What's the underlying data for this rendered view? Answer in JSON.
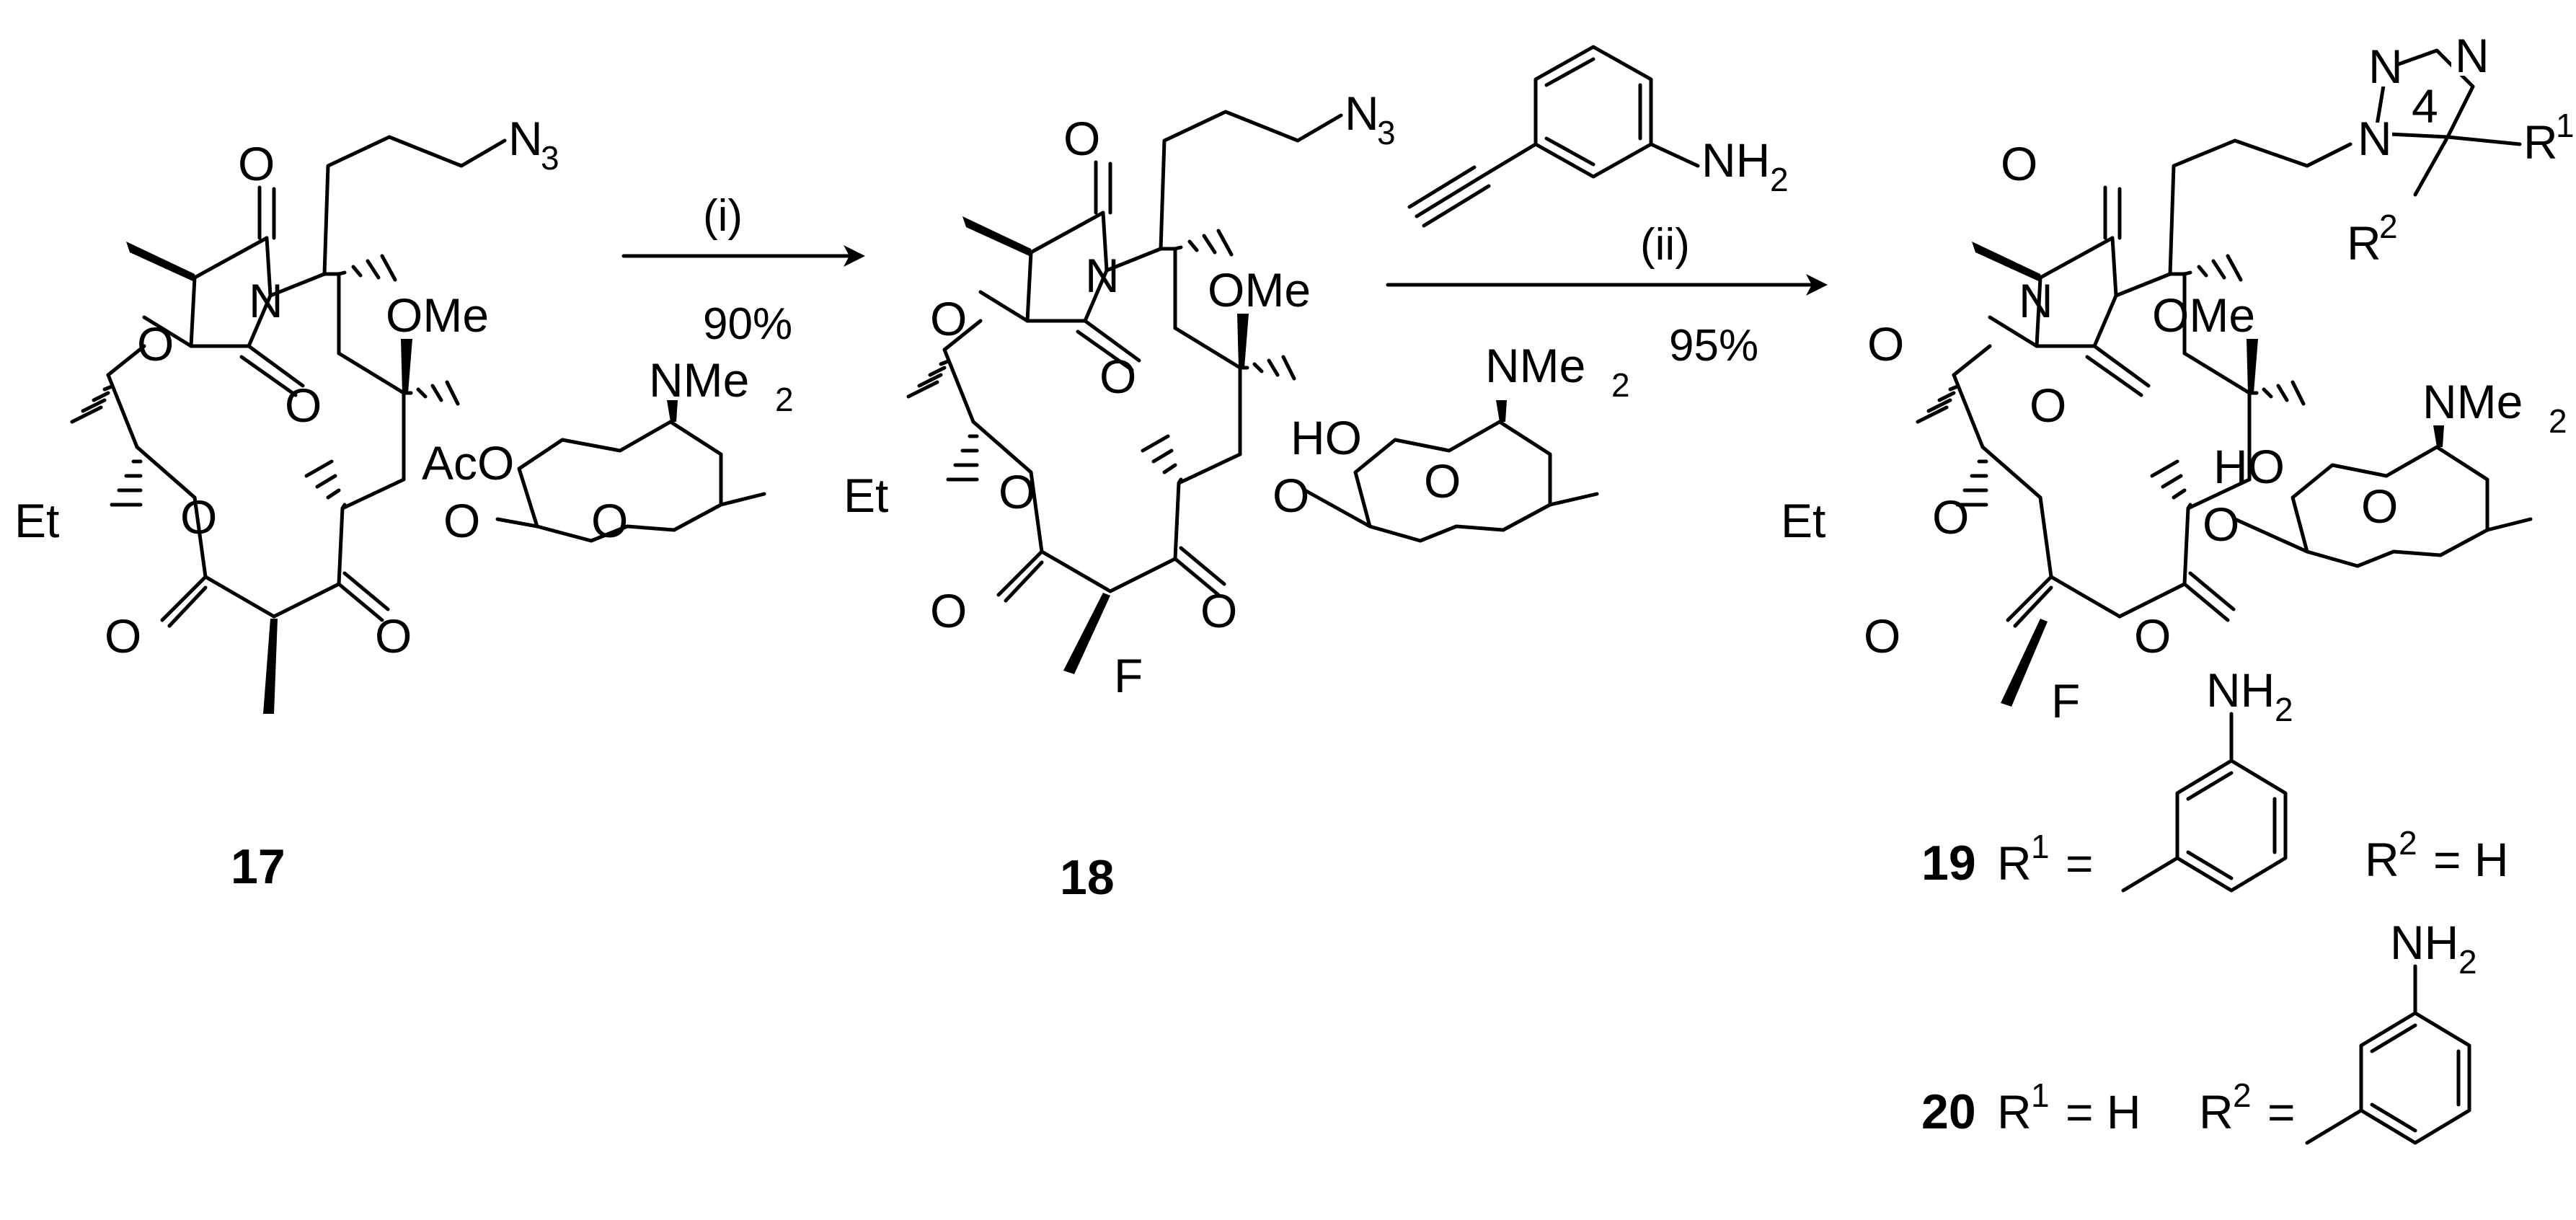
{
  "compounds": {
    "c17": {
      "number": "17"
    },
    "c18": {
      "number": "18"
    },
    "c19": {
      "number": "19",
      "r1_label": "R",
      "r1_sup": "1",
      "eq": "=",
      "r2_text": "R",
      "r2_sup": "2",
      "r2_value": "= H"
    },
    "c20": {
      "number": "20",
      "r1_label": "R",
      "r1_sup": "1",
      "r1_value": "= H",
      "r2_label": "R",
      "r2_sup": "2",
      "eq": "="
    }
  },
  "arrows": {
    "step1": {
      "reagent": "(i)",
      "yield": "90%"
    },
    "step2": {
      "reagent": "(ii)",
      "yield": "95%"
    }
  },
  "labels": {
    "N3": "N",
    "N3_sub": "3",
    "OMe": "OMe",
    "NMe2": "NMe",
    "NMe2_sub": "2",
    "NH2": "NH",
    "NH2_sub": "2",
    "Et": "Et",
    "F": "F",
    "O": "O",
    "N": "N",
    "AcO": "AcO",
    "HO": "HO",
    "triazole_N": "N",
    "triazole_pos": "4"
  }
}
